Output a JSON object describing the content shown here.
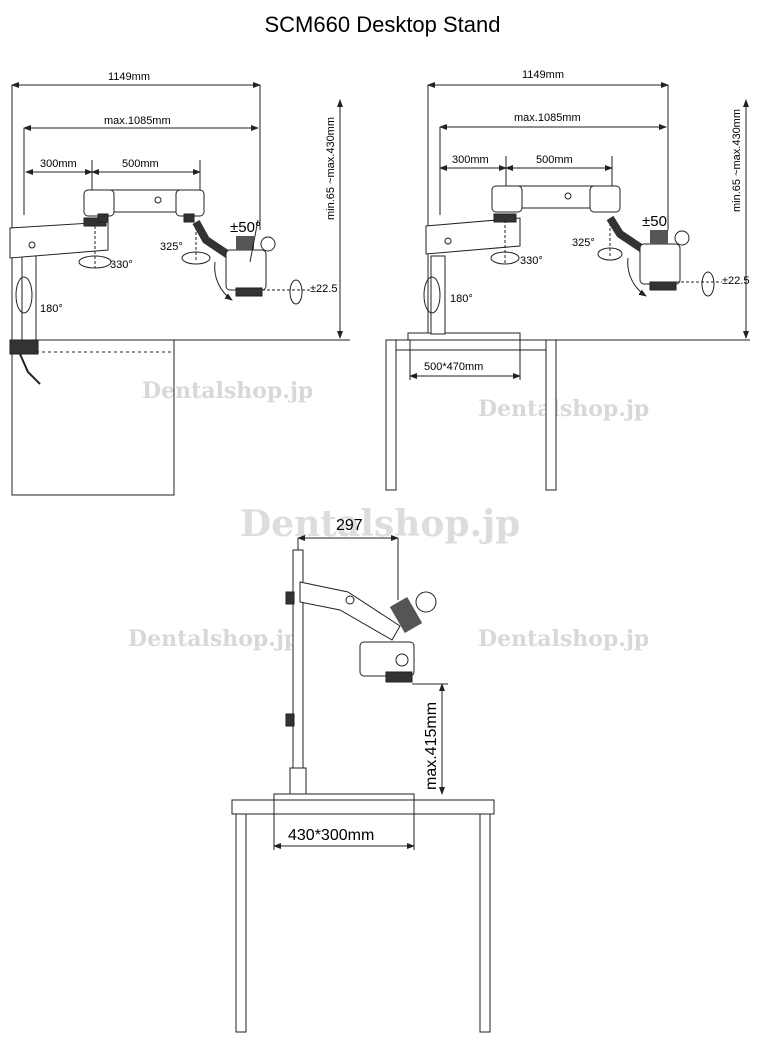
{
  "title": "SCM660 Desktop Stand",
  "colors": {
    "line": "#222222",
    "watermark": "#d8d8d8",
    "scope_dark": "#333333"
  },
  "icons": [
    "rotation-arrow-icon",
    "microscope-head-icon",
    "table-clamp-icon"
  ],
  "watermark": "Dentalshop.jp",
  "diagrams": {
    "clamp_mount": {
      "overall_length": "1149mm",
      "max_reach": "max.1085mm",
      "arm1": "300mm",
      "arm2": "500mm",
      "height_range": "min.65 ~max.430mm",
      "tilt": "±50°",
      "head_rotation": "325°",
      "arm_rotation": "330°",
      "pole_rotation": "180°",
      "side_tilt": "±22.5"
    },
    "base_mount": {
      "overall_length": "1149mm",
      "max_reach": "max.1085mm",
      "arm1": "300mm",
      "arm2": "500mm",
      "height_range": "min.65 ~max.430mm",
      "tilt": "±50",
      "head_rotation": "325°",
      "arm_rotation": "330°",
      "pole_rotation": "180°",
      "side_tilt": "±22.5",
      "base_size": "500*470mm"
    },
    "pole_stand": {
      "reach": "297",
      "height": "max.415mm",
      "base_size": "430*300mm"
    }
  }
}
